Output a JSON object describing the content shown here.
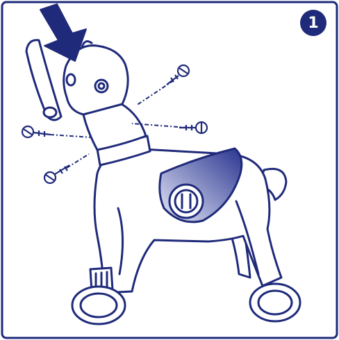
{
  "step": {
    "number": "1"
  },
  "colors": {
    "ink": "#1f2a7a",
    "saddle_dark": "#2a3590",
    "saddle_light": "#e6e9f8",
    "background": "#ffffff"
  },
  "parts": {
    "arrow": "press-down-arrow",
    "screw_count": 4,
    "items": [
      "horse-head",
      "handle-grip",
      "horse-body",
      "saddle",
      "saddle-emblem",
      "tail",
      "front-wheel",
      "rear-wheel",
      "screws"
    ]
  }
}
